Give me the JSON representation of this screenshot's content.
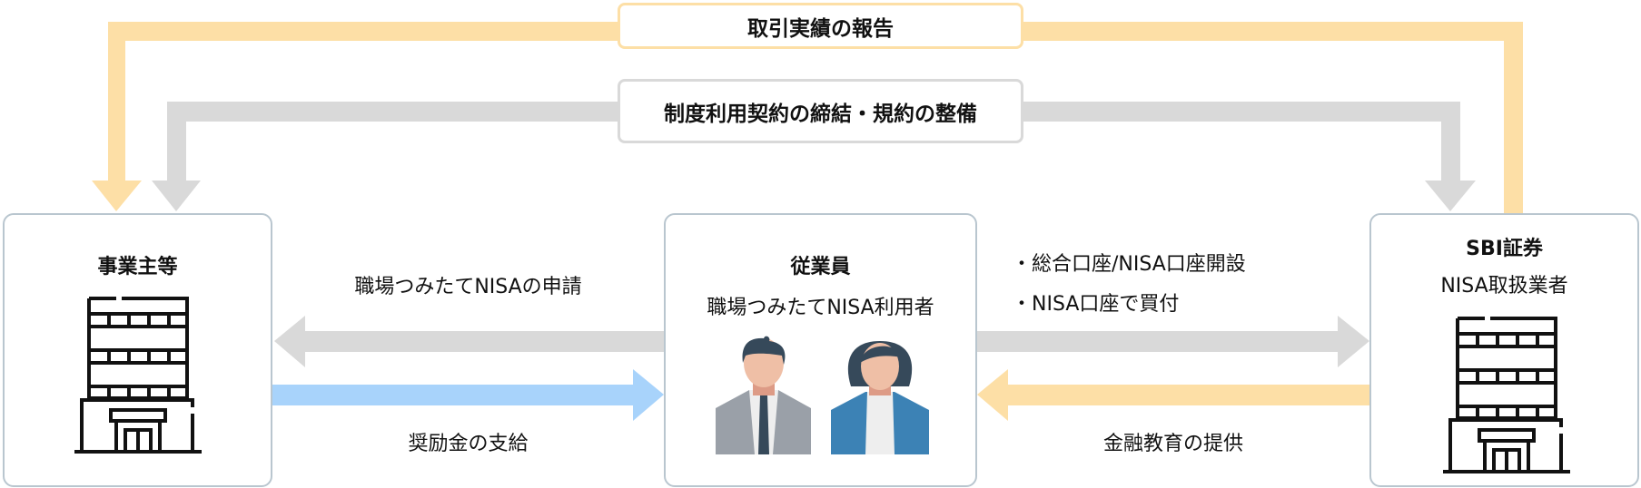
{
  "colors": {
    "orange": "#fddfa6",
    "gray": "#d9d9d9",
    "blue": "#a8d3fb",
    "border": "#b9c6cf"
  },
  "top_flows": {
    "report": "取引実績の報告",
    "contract": "制度利用契約の締結・規約の整備"
  },
  "employer": {
    "title": "事業主等",
    "icon": "building-icon"
  },
  "employee": {
    "title": "従業員",
    "subtitle": "職場つみたてNISA利用者",
    "icon": "people-icon"
  },
  "broker": {
    "title": "SBI証券",
    "subtitle": "NISA取扱業者",
    "icon": "building-icon"
  },
  "flows": {
    "application": "職場つみたてNISAの申請",
    "incentive": "奨励金の支給",
    "account_bullets": [
      "総合口座/NISA口座開設",
      "NISA口座で買付"
    ],
    "education": "金融教育の提供"
  }
}
